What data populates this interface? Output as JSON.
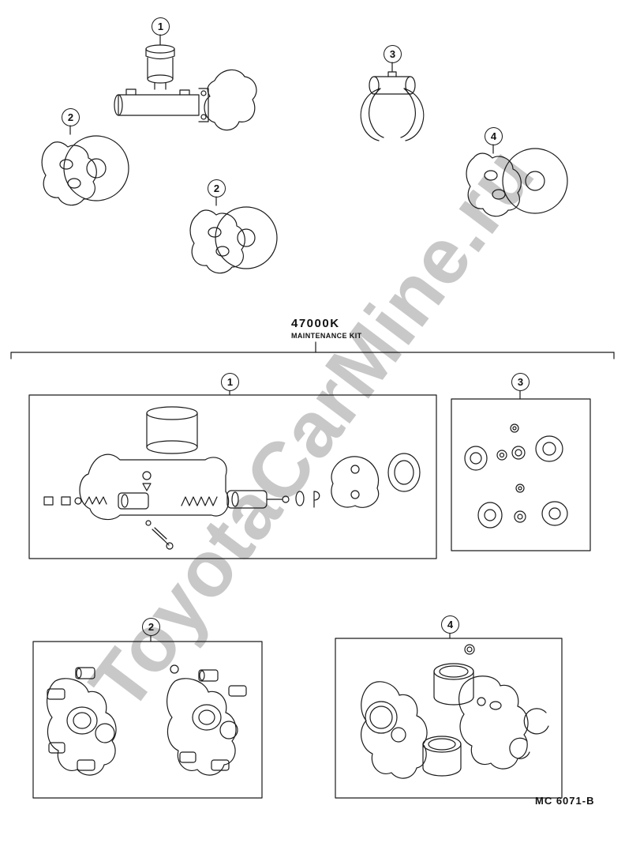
{
  "watermark": "ToyotaCarMine.ru",
  "kit": {
    "code": "47000K",
    "name": "MAINTENANCE KIT"
  },
  "drawing_number": "MC 6071-B",
  "callouts": {
    "master_cylinder": "1",
    "front_caliper": "2",
    "front_caliper_center": "2",
    "wheel_cylinder": "3",
    "rear_caliper": "4",
    "kit_master_cylinder": "1",
    "kit_wheel_cylinder": "3",
    "kit_front_caliper": "2",
    "kit_rear_caliper": "4"
  }
}
